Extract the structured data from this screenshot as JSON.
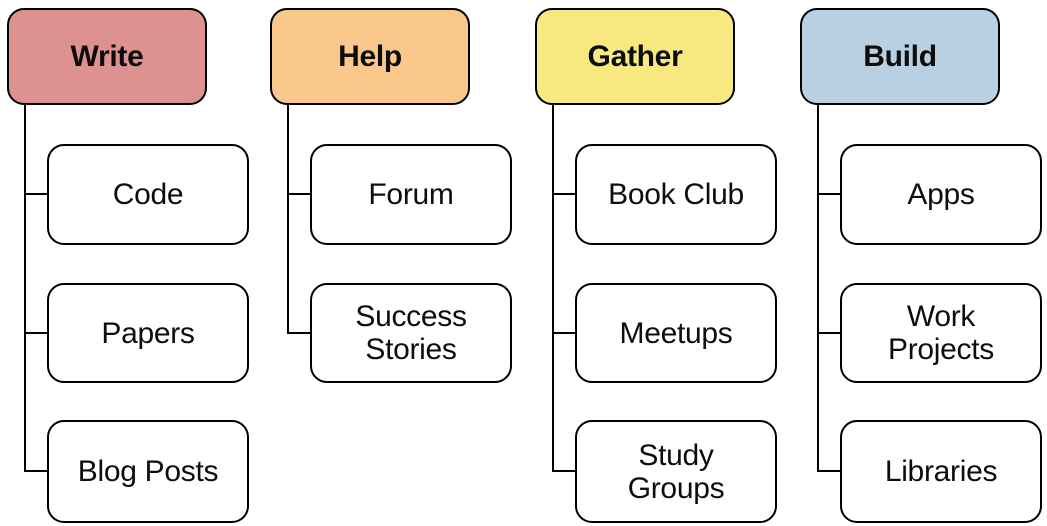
{
  "diagram": {
    "type": "tree",
    "connector_color": "#000000",
    "node_border_color": "#000000",
    "child_fill_color": "#ffffff",
    "columns": [
      {
        "header": {
          "label": "Write",
          "color": "#de9191"
        },
        "children": [
          {
            "label": "Code"
          },
          {
            "label": "Papers"
          },
          {
            "label": "Blog Posts"
          }
        ]
      },
      {
        "header": {
          "label": "Help",
          "color": "#fac88b"
        },
        "children": [
          {
            "label": "Forum"
          },
          {
            "label": "Success Stories"
          }
        ]
      },
      {
        "header": {
          "label": "Gather",
          "color": "#f7e97f"
        },
        "children": [
          {
            "label": "Book Club"
          },
          {
            "label": "Meetups"
          },
          {
            "label": "Study Groups"
          }
        ]
      },
      {
        "header": {
          "label": "Build",
          "color": "#b9d0e2"
        },
        "children": [
          {
            "label": "Apps"
          },
          {
            "label": "Work Projects"
          },
          {
            "label": "Libraries"
          }
        ]
      }
    ]
  }
}
